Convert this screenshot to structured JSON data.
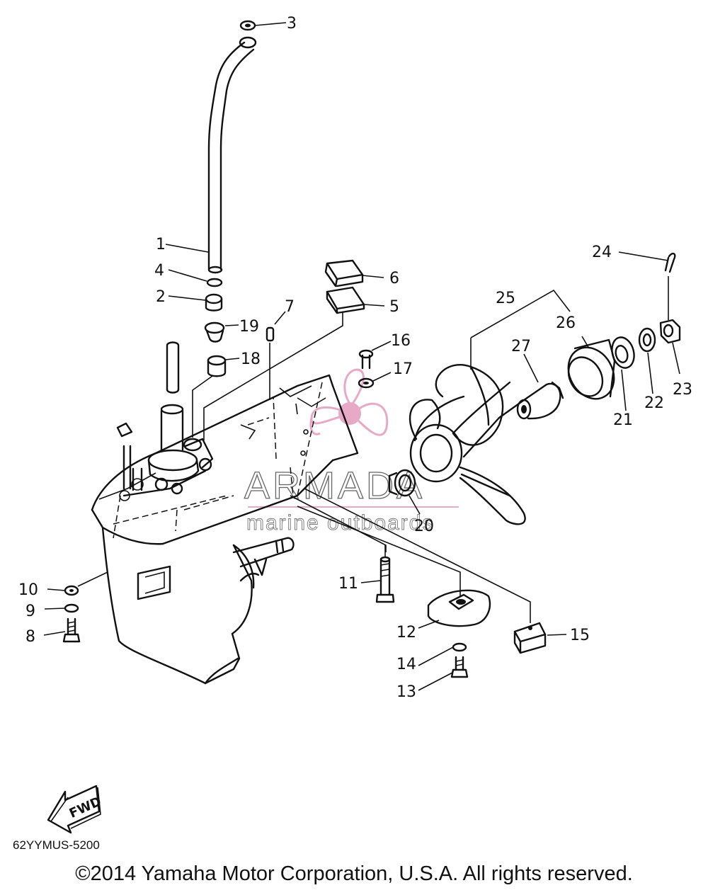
{
  "diagram": {
    "code": "62YYMUS-5200",
    "copyright": "©2014 Yamaha Motor Corporation, U.S.A. All rights reserved.",
    "fwd_label": "FWD",
    "watermark": {
      "brand": "ARMADA",
      "tagline": "marine outboards",
      "color": "#e7a9c6"
    },
    "callouts": [
      "1",
      "2",
      "3",
      "4",
      "5",
      "6",
      "7",
      "8",
      "9",
      "10",
      "11",
      "12",
      "13",
      "14",
      "15",
      "16",
      "17",
      "18",
      "19",
      "20",
      "21",
      "22",
      "23",
      "24",
      "25",
      "26",
      "27"
    ]
  }
}
